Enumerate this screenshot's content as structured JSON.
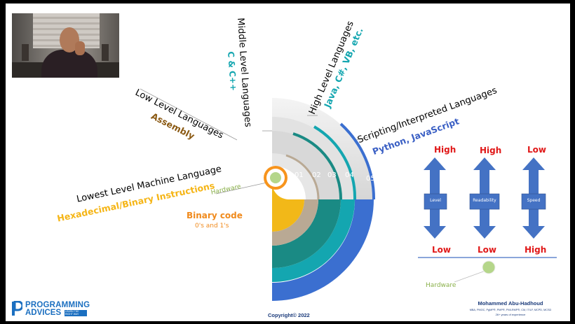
{
  "colors": {
    "level_teal": "#14a6b0",
    "level_blue": "#3b6fd0",
    "scripting_langs": "#3a5fc4",
    "assembly": "#8b5a14",
    "hex": "#f5b516",
    "binary": "#f08a1c",
    "hardware": "#8ab04a",
    "high_low": "#e01818",
    "arrow": "#4472c4"
  },
  "diagram": {
    "levels": [
      {
        "title": "Lowest Level Machine Language",
        "sub": "Hexadecimal/Binary Instructions"
      },
      {
        "title": "Low Level Languages",
        "sub": "Assembly"
      },
      {
        "title": "Middle Level Languages",
        "sub": "C & C++"
      },
      {
        "title": "High Level Languages",
        "sub": "Java, C#, VB, etc."
      },
      {
        "title": "Scripting/Interpreted Languages",
        "sub": "Python, JavaScript"
      }
    ],
    "ring_numbers": [
      "01",
      "02",
      "03",
      "04",
      "05"
    ],
    "hardware_label": "Hardware",
    "binary_title": "Binary code",
    "binary_sub": "0's and 1's"
  },
  "comparison": {
    "columns": [
      {
        "label": "Level",
        "top": "High",
        "bottom": "Low"
      },
      {
        "label": "Readability",
        "top": "High",
        "bottom": "Low"
      },
      {
        "label": "Speed",
        "top": "Low",
        "bottom": "High"
      }
    ],
    "hardware_label": "Hardware"
  },
  "footer": {
    "logo_line1": "PROGRAMMING",
    "logo_line2": "ADVICES",
    "logo_tag": "LEARN THE RIGHT WAY",
    "copyright": "Copyright© 2022",
    "author_name": "Mohammed Abu-Hadhoud",
    "author_creds": "MBA, PMOC, PgMP®, PMP®, PMI-RMP®, CM, ITILF, MCPD, MCSD",
    "author_exp": "26+ years of experience"
  }
}
